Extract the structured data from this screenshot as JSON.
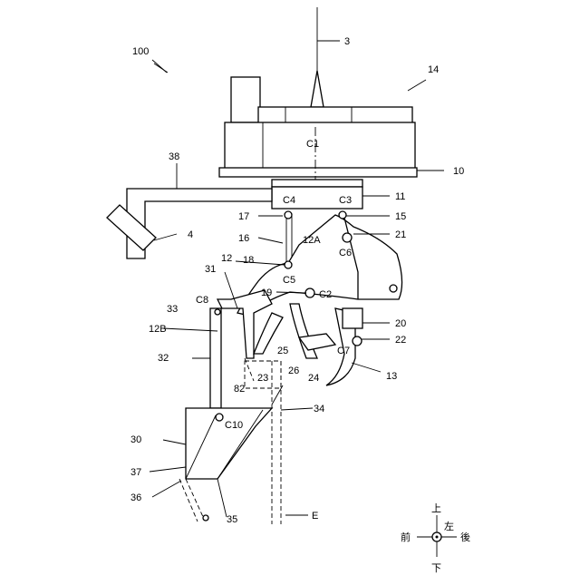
{
  "figure": {
    "ref_main": "100",
    "labels": {
      "l3": "3",
      "l14": "14",
      "l10": "10",
      "l11": "11",
      "l15": "15",
      "l17": "17",
      "l16": "16",
      "l21": "21",
      "l38": "38",
      "l4": "4",
      "l12": "12",
      "l12a": "12A",
      "l18": "18",
      "l31": "31",
      "l19": "19",
      "l33": "33",
      "l12b": "12B",
      "l20": "20",
      "l22": "22",
      "l25": "25",
      "l26": "26",
      "l24": "24",
      "l23": "23",
      "l13": "13",
      "l32": "32",
      "l82": "82",
      "l34": "34",
      "l30": "30",
      "l37": "37",
      "l36": "36",
      "l35": "35",
      "lE": "E"
    },
    "points": {
      "c1": "C1",
      "c2": "C2",
      "c3": "C3",
      "c4": "C4",
      "c5": "C5",
      "c6": "C6",
      "c7": "C7",
      "c8": "C8",
      "c10": "C10"
    },
    "compass": {
      "up": "上",
      "down": "下",
      "left": "左",
      "front": "前",
      "back": "後"
    }
  }
}
